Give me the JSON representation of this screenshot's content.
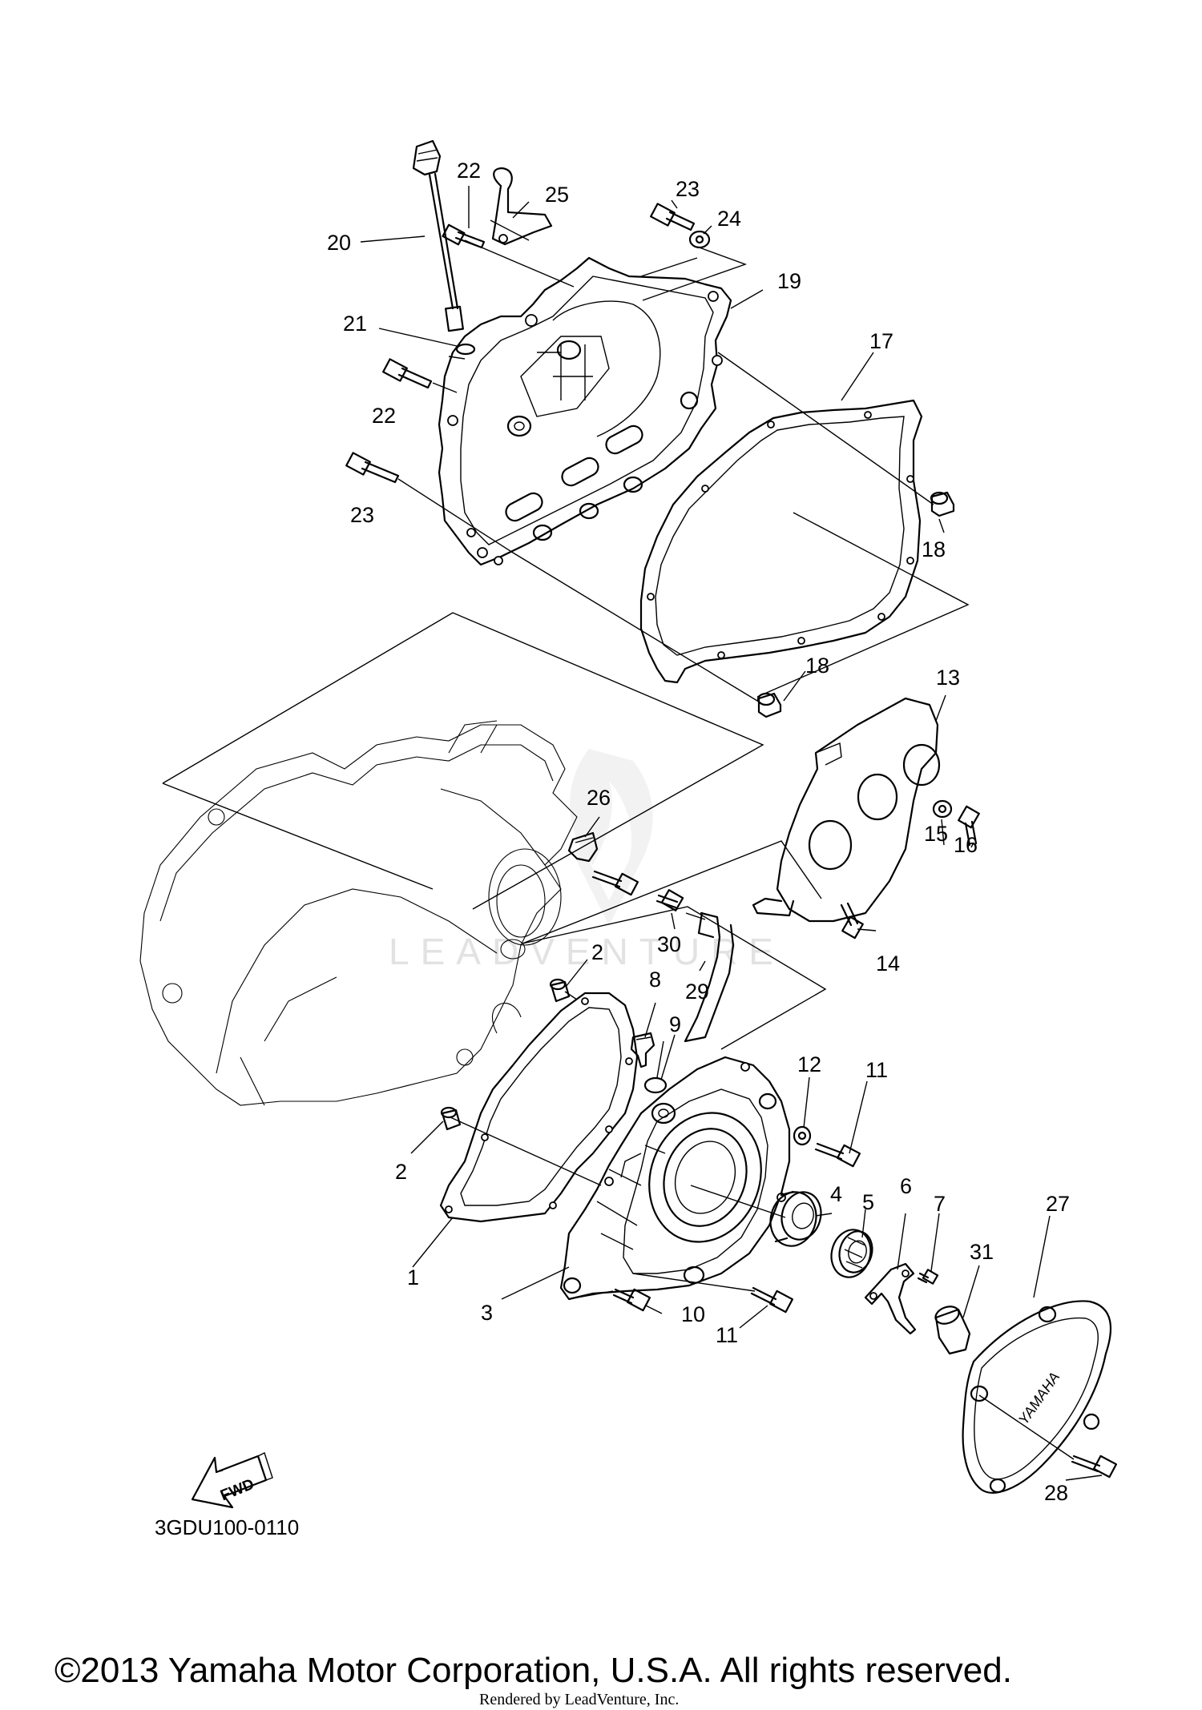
{
  "diagram": {
    "code": "3GDU100-0110",
    "copyright": "©2013 Yamaha Motor Corporation, U.S.A. All rights reserved.",
    "rendered_by": "Rendered by LeadVenture, Inc.",
    "watermark": "LEADVENTURE",
    "fwd_label": "FWD",
    "cover_brand": "YAMAHA",
    "callouts": {
      "c1": "1",
      "c2a": "2",
      "c2b": "2",
      "c3": "3",
      "c4": "4",
      "c5": "5",
      "c6": "6",
      "c7": "7",
      "c8": "8",
      "c9": "9",
      "c10": "10",
      "c11a": "11",
      "c11b": "11",
      "c12": "12",
      "c13": "13",
      "c14": "14",
      "c15": "15",
      "c16": "16",
      "c17": "17",
      "c18a": "18",
      "c18b": "18",
      "c19": "19",
      "c20": "20",
      "c21": "21",
      "c22a": "22",
      "c22b": "22",
      "c23a": "23",
      "c23b": "23",
      "c24": "24",
      "c25": "25",
      "c26": "26",
      "c27": "27",
      "c28": "28",
      "c29": "29",
      "c30": "30",
      "c31": "31"
    }
  }
}
